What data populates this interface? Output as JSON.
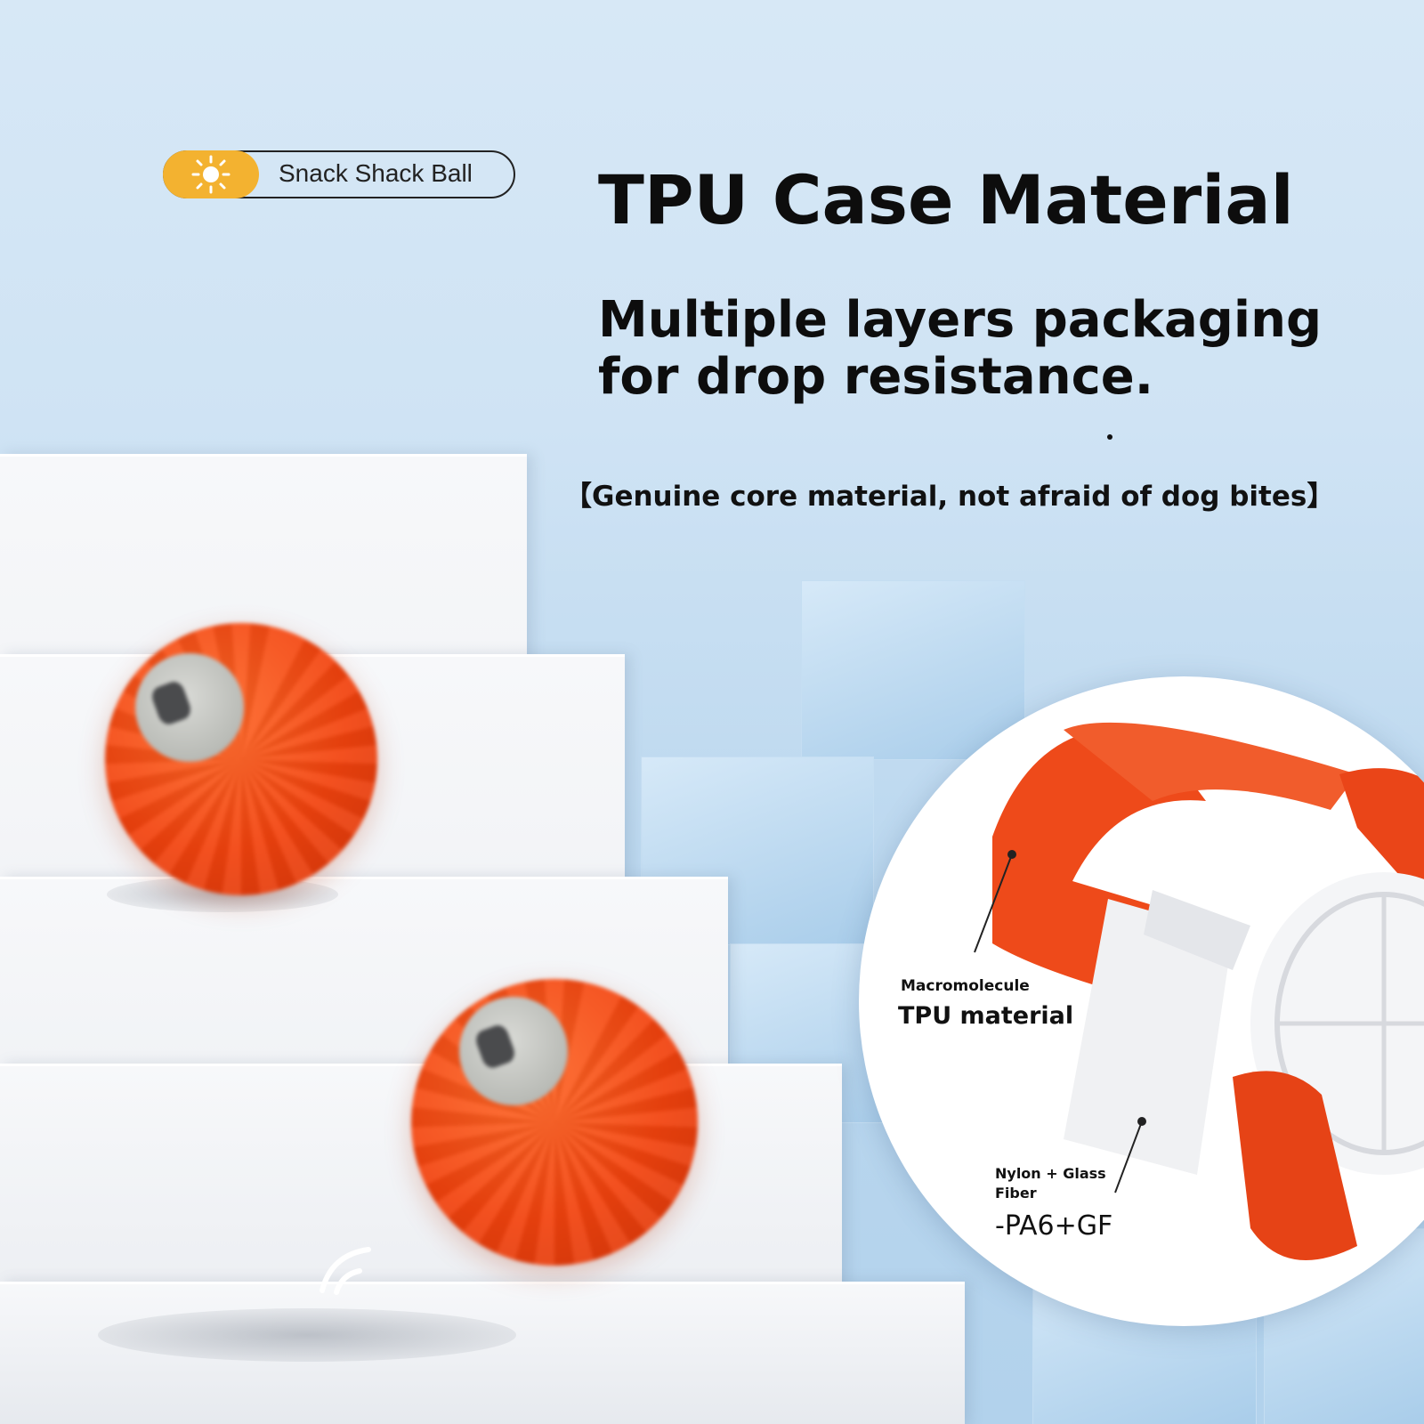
{
  "badge": {
    "icon": "sun-icon",
    "label": "Snack Shack Ball",
    "accent_color": "#f3b230"
  },
  "heading": {
    "title": "TPU Case Material",
    "subtitle": "Multiple layers packaging for drop resistance.",
    "note": "【Genuine core material, not afraid of dog bites】"
  },
  "callouts": {
    "tpu_small": "Macromolecule",
    "tpu_large": "TPU material",
    "pa6_small": "Nylon + Glass Fiber",
    "pa6_large": "-PA6+GF"
  },
  "colors": {
    "ball_orange": "#f2430e",
    "background_blue": "#bcd8ef"
  }
}
